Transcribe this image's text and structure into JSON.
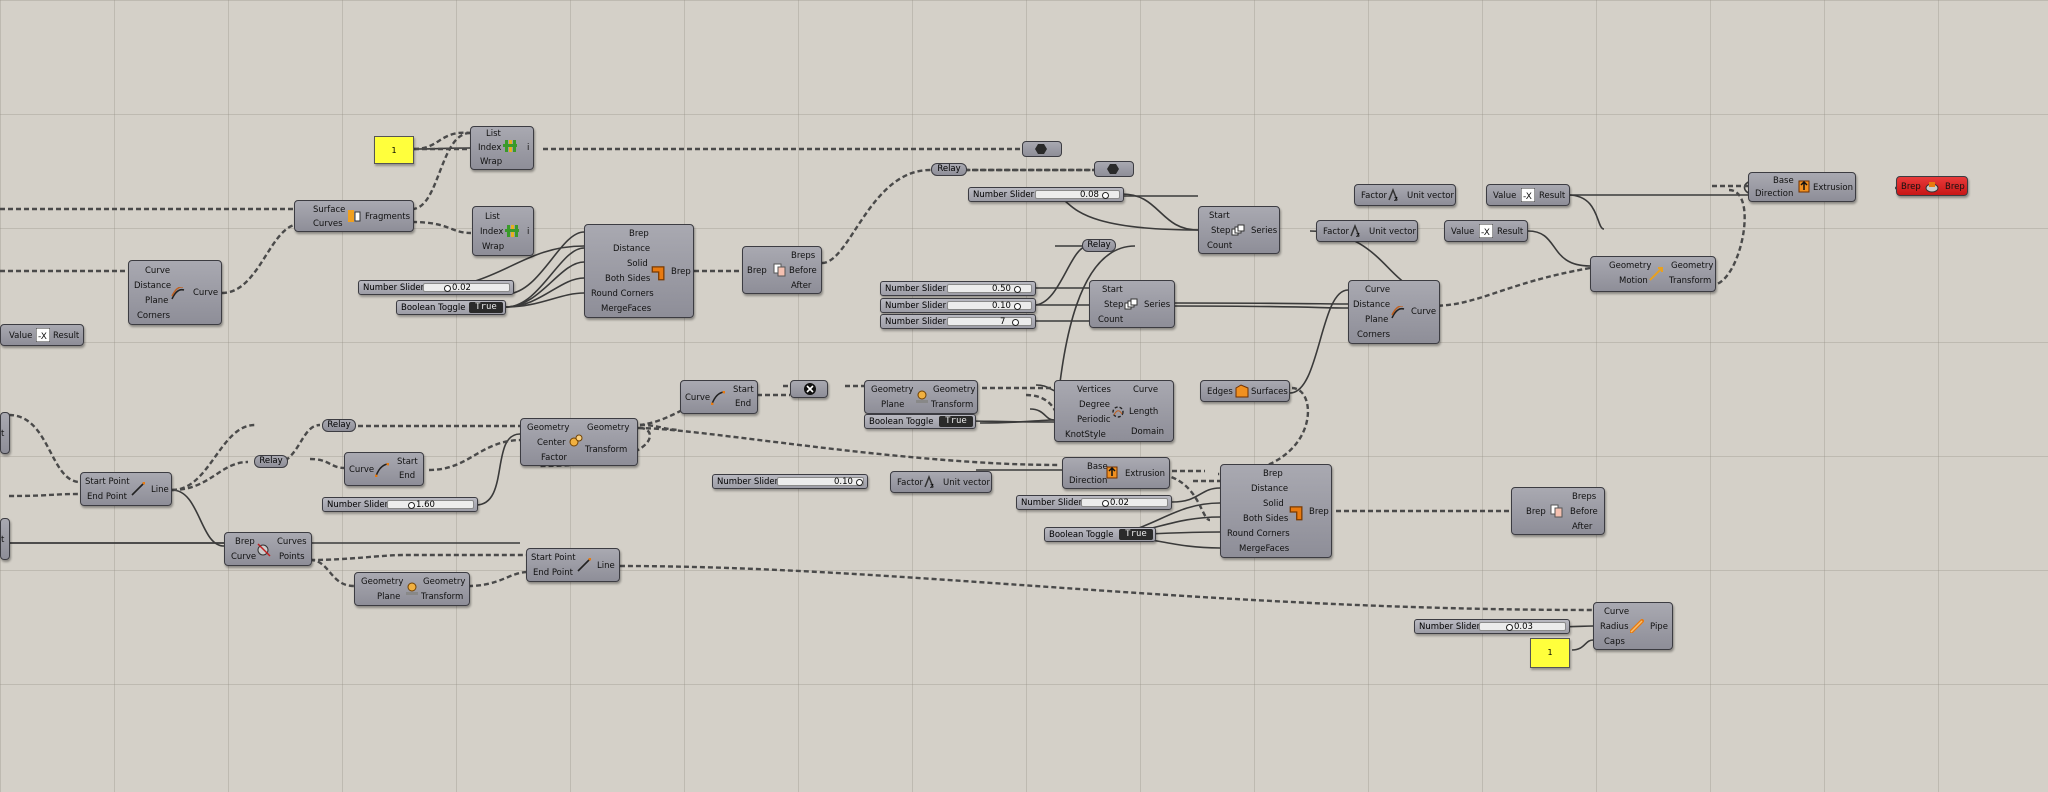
{
  "components": {
    "list_item_1": {
      "in": [
        "List",
        "Index",
        "Wrap"
      ],
      "out": "i"
    },
    "list_item_2": {
      "in": [
        "List",
        "Index",
        "Wrap"
      ],
      "out": "i"
    },
    "fragments": {
      "in": [
        "Surface",
        "Curves"
      ],
      "out": "Fragments"
    },
    "offset_curve_left": {
      "in": [
        "Curve",
        "Distance",
        "Plane",
        "Corners"
      ],
      "out": "Curve"
    },
    "negative_left": {
      "in": "Value",
      "out": "Result"
    },
    "offset_brep_top": {
      "in": [
        "Brep",
        "Distance",
        "Solid",
        "Both Sides",
        "Round Corners",
        "MergeFaces"
      ],
      "out": "Brep"
    },
    "dispatch_top": {
      "in": "Brep",
      "out": [
        "Breps",
        "Before",
        "After"
      ]
    },
    "unit_vector_1": {
      "in": "Factor",
      "out": "Unit vector"
    },
    "negative_1": {
      "in": "Value",
      "out": "Result"
    },
    "extrusion_top": {
      "in": [
        "Base",
        "Direction"
      ],
      "out": "Extrusion"
    },
    "series_top": {
      "in": [
        "Start",
        "Step",
        "Count"
      ],
      "out": "Series"
    },
    "unit_vector_2": {
      "in": "Factor",
      "out": "Unit vector"
    },
    "negative_2": {
      "in": "Value",
      "out": "Result"
    },
    "move": {
      "in": [
        "Geometry",
        "Motion"
      ],
      "out": [
        "Geometry",
        "Transform"
      ]
    },
    "series_mid": {
      "in": [
        "Start",
        "Step",
        "Count"
      ],
      "out": "Series"
    },
    "offset_curve_right": {
      "in": [
        "Curve",
        "Distance",
        "Plane",
        "Corners"
      ],
      "out": "Curve"
    },
    "eval_curve": {
      "in": "Curve",
      "out": [
        "Start",
        "End"
      ]
    },
    "mirror_top": {
      "in": [
        "Geometry",
        "Plane"
      ],
      "out": [
        "Geometry",
        "Transform"
      ]
    },
    "nurbs_curve": {
      "in": [
        "Vertices",
        "Degree",
        "Periodic",
        "KnotStyle"
      ],
      "out": [
        "Curve",
        "Length",
        "Domain"
      ]
    },
    "brep_edges": {
      "in": "Edges",
      "out": "Surfaces"
    },
    "scale": {
      "in": [
        "Geometry",
        "Center",
        "Factor"
      ],
      "out": [
        "Geometry",
        "Transform"
      ]
    },
    "curve_endpoints": {
      "in": "Curve",
      "out": [
        "Start",
        "End"
      ]
    },
    "line_left": {
      "in": [
        "Start Point",
        "End Point"
      ],
      "out": "Line"
    },
    "brep_curve": {
      "in": [
        "Brep",
        "Curve"
      ],
      "out": [
        "Curves",
        "Points"
      ]
    },
    "mirror_bottom": {
      "in": [
        "Geometry",
        "Plane"
      ],
      "out": [
        "Geometry",
        "Transform"
      ]
    },
    "line_bottom": {
      "in": [
        "Start Point",
        "End Point"
      ],
      "out": "Line"
    },
    "extrusion_mid": {
      "in": [
        "Base",
        "Direction"
      ],
      "out": "Extrusion"
    },
    "unit_vector_3": {
      "in": "Factor",
      "out": "Unit vector"
    },
    "offset_brep_bottom": {
      "in": [
        "Brep",
        "Distance",
        "Solid",
        "Both Sides",
        "Round Corners",
        "MergeFaces"
      ],
      "out": "Brep"
    },
    "dispatch_bottom": {
      "in": "Brep",
      "out": [
        "Breps",
        "Before",
        "After"
      ]
    },
    "pipe": {
      "in": [
        "Curve",
        "Radius",
        "Caps"
      ],
      "out": "Pipe"
    },
    "preview_red": {
      "in": "Brep",
      "out": "Brep"
    },
    "left_edge_stub_1": {
      "in": "",
      "out": "t"
    },
    "left_edge_stub_2": {
      "in": "",
      "out": "t"
    }
  },
  "sliders": {
    "s_top_right": {
      "name": "Number Slider",
      "value": "0.08"
    },
    "s_offset_top": {
      "name": "Number Slider",
      "value": "0.02"
    },
    "s_series_start": {
      "name": "Number Slider",
      "value": "0.50"
    },
    "s_series_step": {
      "name": "Number Slider",
      "value": "0.10"
    },
    "s_series_count": {
      "name": "Number Slider",
      "value": "7"
    },
    "s_scale_factor": {
      "name": "Number Slider",
      "value": "1.60"
    },
    "s_unit_mid": {
      "name": "Number Slider",
      "value": "0.10"
    },
    "s_offset_bottom": {
      "name": "Number Slider",
      "value": "0.02"
    },
    "s_pipe_radius": {
      "name": "Number Slider",
      "value": "0.03"
    }
  },
  "toggles": {
    "t_top": {
      "name": "Boolean Toggle",
      "state": "True"
    },
    "t_mid": {
      "name": "Boolean Toggle",
      "state": "True"
    },
    "t_bottom": {
      "name": "Boolean Toggle",
      "state": "True"
    }
  },
  "panels": {
    "p_top": "1",
    "p_pipe": "1"
  },
  "relays": {
    "r1": "Relay",
    "r2": "Relay",
    "r3": "Relay",
    "r4": "Relay"
  },
  "colors": {
    "canvas": "#d4d0c8",
    "component": "#9a9aa3",
    "preview_error": "#d42020",
    "panel": "#ffff3c",
    "wire": "#4a4a4a"
  }
}
